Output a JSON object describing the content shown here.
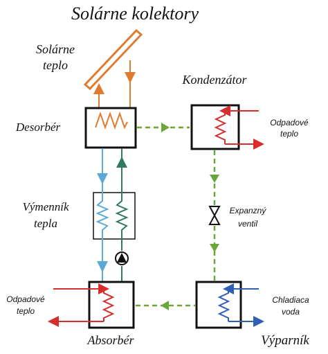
{
  "labels": {
    "title": "Solárne kolektory",
    "solar_heat": [
      "Solárne",
      "teplo"
    ],
    "desorber": "Desorbér",
    "condenser": "Kondenzátor",
    "waste_heat_right": [
      "Odpadové",
      "teplo"
    ],
    "heat_exchanger": [
      "Výmenník",
      "tepla"
    ],
    "expansion_valve": [
      "Expanzný",
      "ventil"
    ],
    "waste_heat_left": [
      "Odpadové",
      "teplo"
    ],
    "cooling_water": [
      "Chladiaca",
      "voda"
    ],
    "absorber": "Absorbér",
    "evaporator": "Výparník"
  },
  "icons": {
    "pump": "pump-icon",
    "valve": "expansion-valve-icon",
    "coil": "heat-coil-icon"
  },
  "colors": {
    "solar_loop": "#e07a2e",
    "hot_fluid": "#d62d2d",
    "cold_fluid": "#5aa9d8",
    "return_fluid": "#2f7a5c",
    "vapor_flow": "#6aa63a",
    "cooling_water": "#2f5fb5",
    "outline": "#111111"
  }
}
